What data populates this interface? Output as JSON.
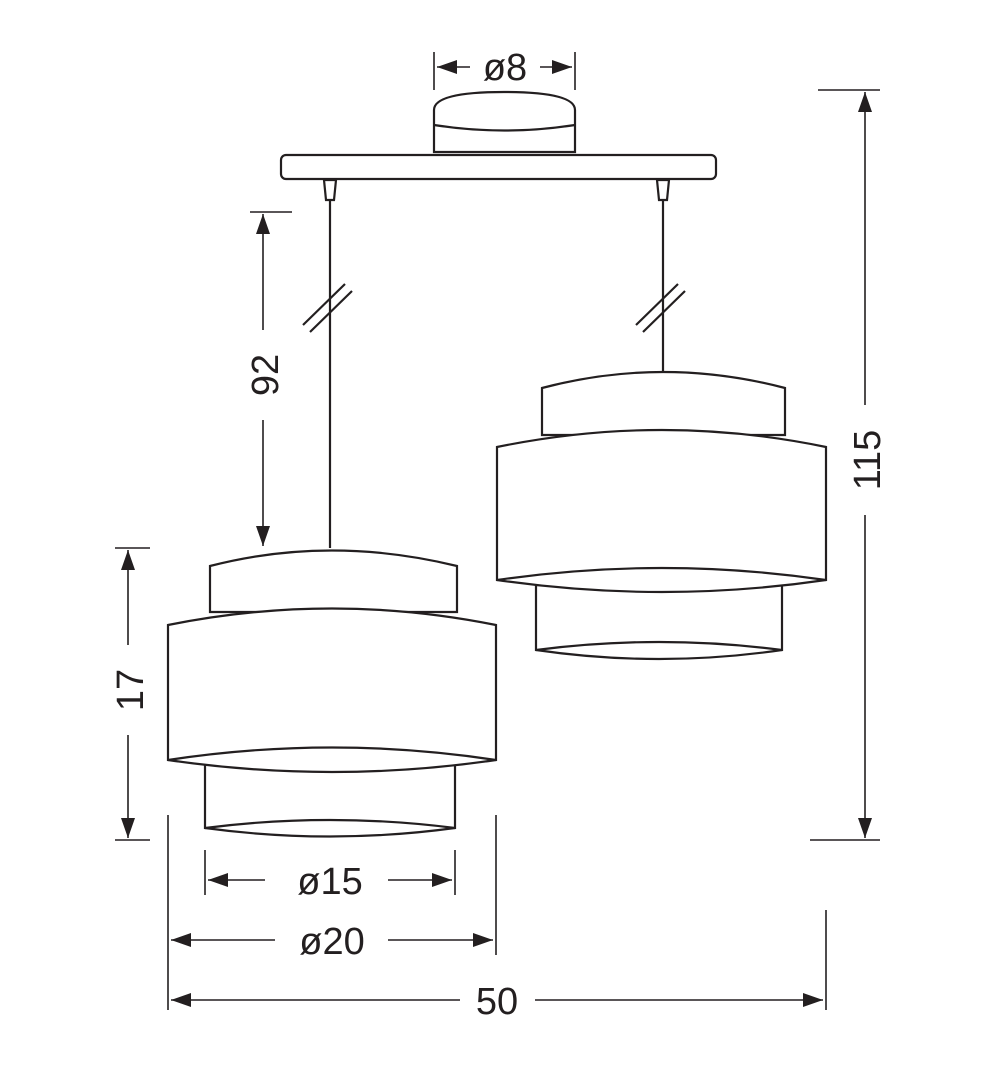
{
  "dimensions": {
    "canopy_diameter": "ø8",
    "total_height": "115",
    "cord_length": "92",
    "shade_height": "17",
    "inner_shade_diameter": "ø15",
    "outer_shade_diameter": "ø20",
    "total_width": "50"
  },
  "colors": {
    "line": "#231f20",
    "background": "#ffffff"
  }
}
